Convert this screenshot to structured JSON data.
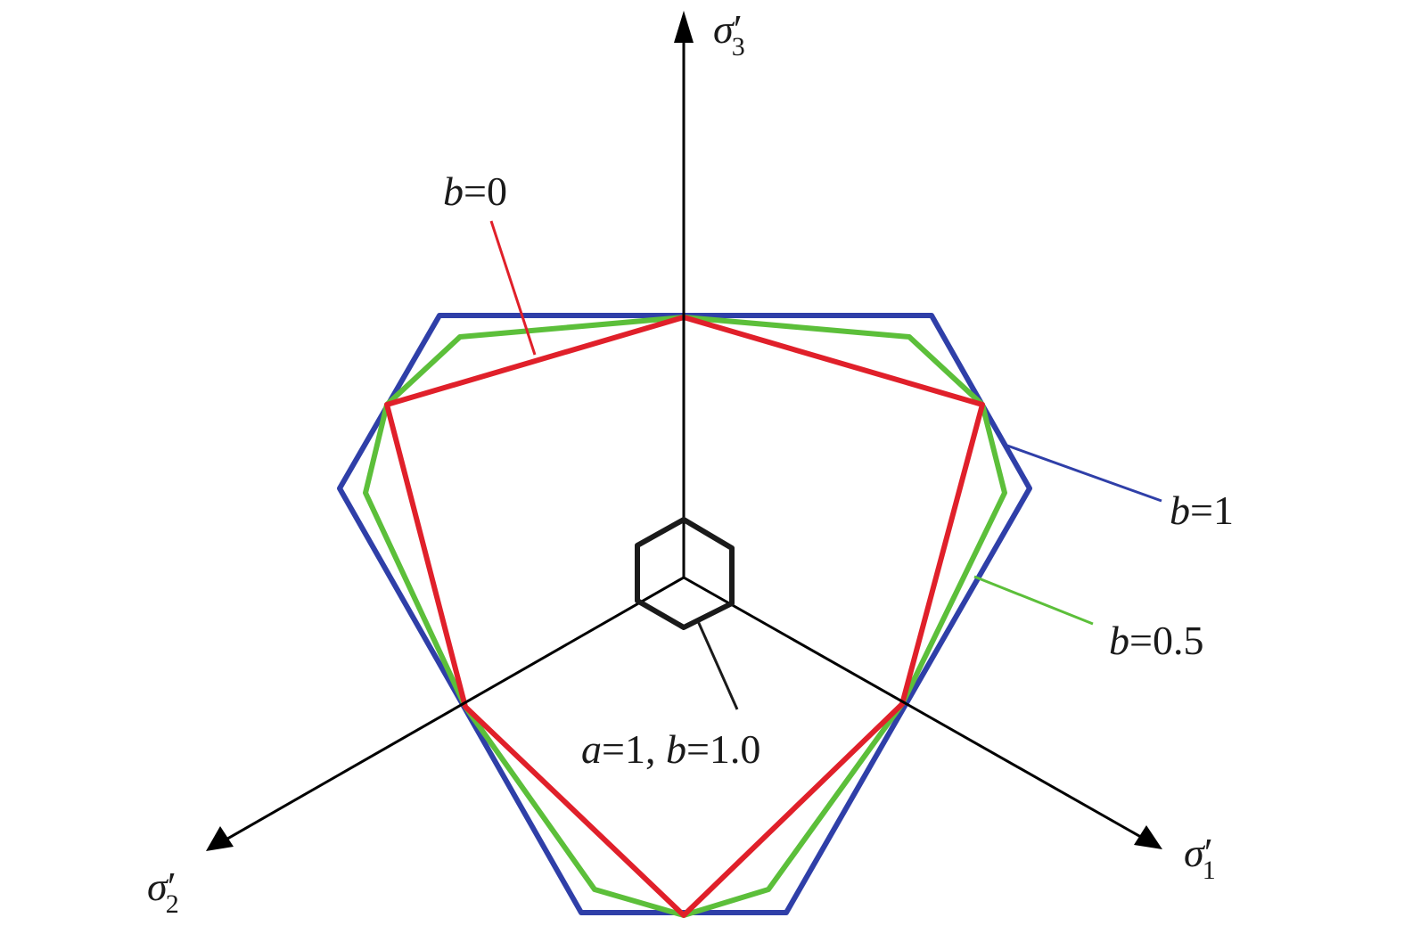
{
  "diagram": {
    "axes": {
      "sigma3": {
        "symbol": "σ",
        "prime": "′",
        "sub": "3"
      },
      "sigma1": {
        "symbol": "σ",
        "prime": "′",
        "sub": "1"
      },
      "sigma2": {
        "symbol": "σ",
        "prime": "′",
        "sub": "2"
      }
    },
    "curves": [
      {
        "id": "b0",
        "var": "b",
        "eq": "=0",
        "color": "#e0202a"
      },
      {
        "id": "b1",
        "var": "b",
        "eq": "=1",
        "color": "#2f3fa8"
      },
      {
        "id": "b05",
        "var": "b",
        "eq": "=0.5",
        "color": "#5cbf3a"
      }
    ],
    "hexagon": {
      "a_var": "a",
      "a_eq": "=1, ",
      "b_var": "b",
      "b_eq": "=1.0",
      "color": "#1a1a1a"
    },
    "axis_color": "#000000"
  }
}
